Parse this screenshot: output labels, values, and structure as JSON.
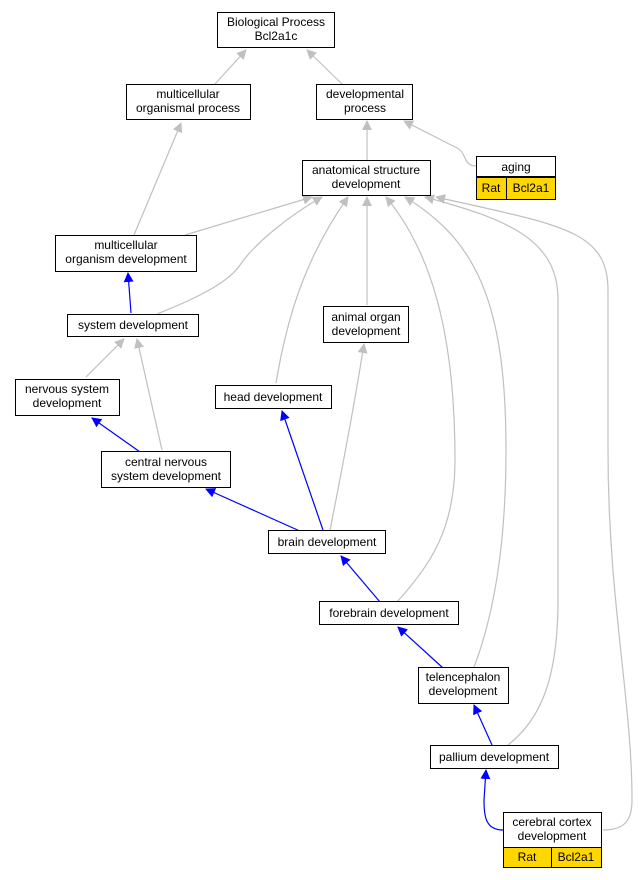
{
  "colors": {
    "is_a_edge": "#c0c0c0",
    "part_of_edge": "#0000ff",
    "gene_cell": "#ffd700"
  },
  "nodes": [
    {
      "id": "bp",
      "lines": [
        "Biological Process",
        "Bcl2a1c"
      ]
    },
    {
      "id": "mop",
      "lines": [
        "multicellular",
        "organismal process"
      ]
    },
    {
      "id": "dp",
      "lines": [
        "developmental",
        "process"
      ]
    },
    {
      "id": "asd",
      "lines": [
        "anatomical structure",
        "development"
      ]
    },
    {
      "id": "aging",
      "lines": [
        "aging"
      ],
      "annotation": {
        "species": "Rat",
        "gene": "Bcl2a1"
      }
    },
    {
      "id": "mod",
      "lines": [
        "multicellular",
        "organism development"
      ]
    },
    {
      "id": "sd",
      "lines": [
        "system development"
      ]
    },
    {
      "id": "aod",
      "lines": [
        "animal organ",
        "development"
      ]
    },
    {
      "id": "nsd",
      "lines": [
        "nervous system",
        "development"
      ]
    },
    {
      "id": "hd",
      "lines": [
        "head development"
      ]
    },
    {
      "id": "cnsd",
      "lines": [
        "central nervous",
        "system development"
      ]
    },
    {
      "id": "bd",
      "lines": [
        "brain development"
      ]
    },
    {
      "id": "fd",
      "lines": [
        "forebrain development"
      ]
    },
    {
      "id": "td",
      "lines": [
        "telencephalon",
        "development"
      ]
    },
    {
      "id": "pd",
      "lines": [
        "pallium development"
      ]
    },
    {
      "id": "ccd",
      "lines": [
        "cerebral cortex",
        "development"
      ],
      "annotation": {
        "species": "Rat",
        "gene": "Bcl2a1"
      }
    }
  ]
}
